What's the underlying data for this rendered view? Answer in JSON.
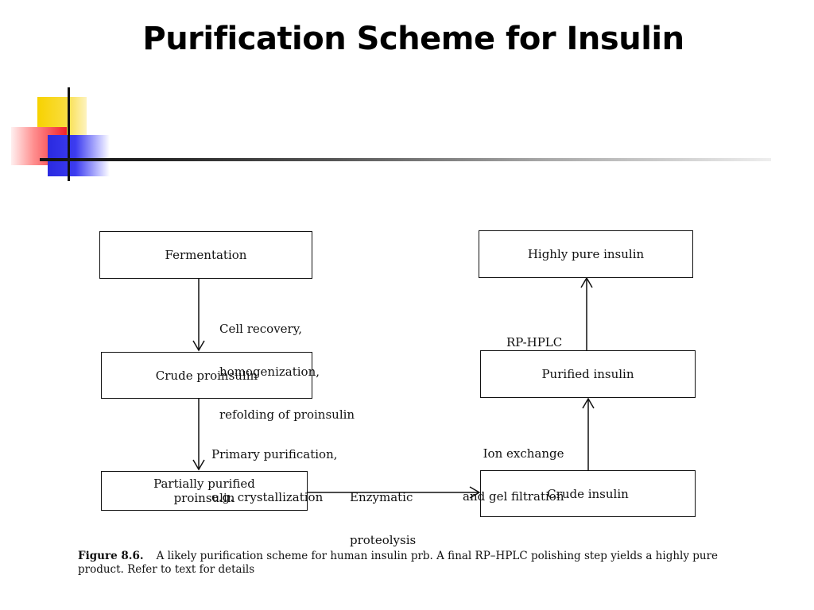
{
  "slide": {
    "title": "Purification Scheme for Insulin"
  },
  "diagram": {
    "boxes": {
      "fermentation": "Fermentation",
      "crude_proinsulin": "Crude proinsulin",
      "partially_purified_line1": "Partially purified",
      "partially_purified_line2": "proinsulin",
      "crude_insulin": "Crude insulin",
      "purified_insulin": "Purified insulin",
      "highly_pure_insulin": "Highly pure insulin"
    },
    "steps": {
      "cell_recovery": [
        "Cell recovery,",
        "homogenization,",
        "refolding of proinsulin"
      ],
      "primary_purification": [
        "Primary purification,",
        "e.g. crystallization"
      ],
      "enzymatic_proteolysis": [
        "Enzymatic",
        "proteolysis"
      ],
      "ion_exchange": [
        "Ion exchange",
        "and gel filtration"
      ],
      "rp_hplc": [
        "RP-HPLC"
      ]
    }
  },
  "caption": {
    "label": "Figure 8.6.",
    "text": "A likely purification scheme for human insulin prb. A final RP–HPLC polishing step yields a highly pure product. Refer to text for details"
  }
}
